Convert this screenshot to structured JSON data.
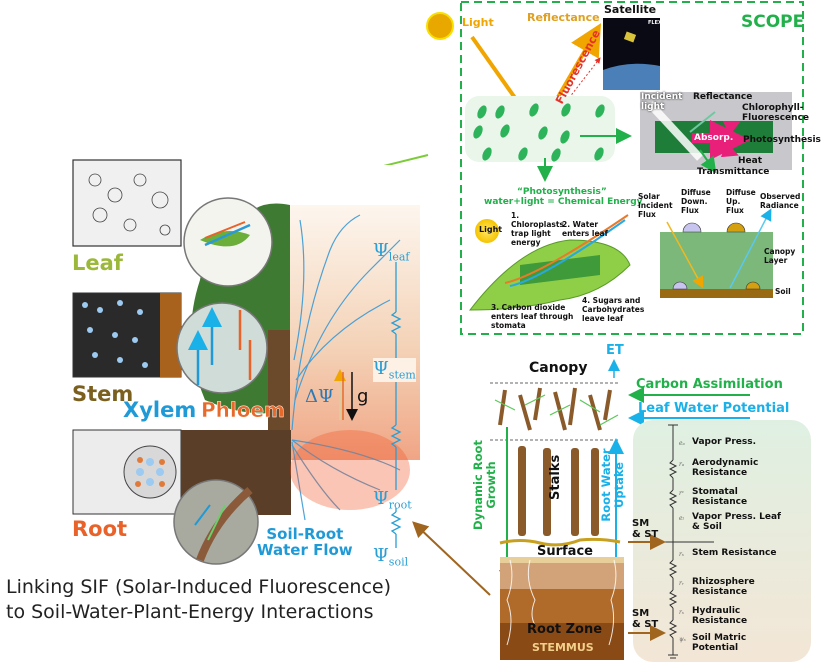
{
  "scope": {
    "title": "SCOPE",
    "light": "Light",
    "reflectance": "Reflectance",
    "satellite": "Satellite",
    "satellite_tag": "FLEX",
    "fluorescence": "Fluorescence",
    "leaf_panel": {
      "incident_light": "Incident light",
      "reflectance": "Reflectance",
      "chlorophyll_fluorescence": "Chlorophyll-\nFluorescence",
      "absorp": "Absorp.",
      "photosynthesis": "Photosynthesis",
      "heat": "Heat",
      "transmittance": "Transmittance"
    },
    "photosynthesis": {
      "title": "“Photosynthesis”",
      "equation": "water+light = Chemical Energy",
      "light": "Light",
      "step1": "1. Chloroplasts trap light energy",
      "step2": "2. Water enters leaf",
      "step3": "3. Carbon dioxide enters leaf through stomata",
      "step4": "4. Sugars and Carbohydrates leave leaf"
    },
    "canopy_rt": {
      "solar_incident_flux": "Solar Incident Flux",
      "diffuse_down_flux": "Diffuse Down. Flux",
      "diffuse_up_flux": "Diffuse Up. Flux",
      "observed_radiance": "Observed Radiance",
      "canopy_layer": "Canopy Layer",
      "soil": "Soil"
    }
  },
  "tree": {
    "leaf": "Leaf",
    "stem": "Stem",
    "xylem": "Xylem",
    "phloem": "Phloem",
    "root": "Root",
    "soil_root_flow": "Soil-Root\nWater Flow",
    "delta_psi": "ΔΨ",
    "gravity": "g",
    "psi": "Ψ",
    "psi_leaf_sub": "leaf",
    "psi_stem_sub": "stem",
    "psi_root_sub": "root",
    "psi_soil_sub": "soil"
  },
  "caption": {
    "line1": "Linking SIF (Solar-Induced Fluorescence)",
    "line2": "to Soil-Water-Plant-Energy Interactions"
  },
  "stemmus": {
    "canopy": "Canopy",
    "et": "ET",
    "carbon_assimilation": "Carbon Assimilation",
    "leaf_water_potential": "Leaf Water Potential",
    "stalks": "Stalks",
    "dynamic_root_growth": "Dynamic Root Growth",
    "root_water_uptake": "Root Water Uptake",
    "surface": "Surface",
    "root_zone": "Root Zone",
    "model": "STEMMUS",
    "sm_st_1": "SM\n& ST",
    "sm_st_2": "SM\n& ST",
    "resistances": [
      {
        "symbol": "eₐ",
        "label": "Vapor Press."
      },
      {
        "symbol": "rₐ",
        "label": "Aerodynamic Resistance"
      },
      {
        "symbol": "rᶜ",
        "label": "Stomatal Resistance"
      },
      {
        "symbol": "eₗ",
        "label": "Vapor Press. Leaf & Soil"
      },
      {
        "symbol": "rₛ",
        "label": "Stem Resistance"
      },
      {
        "symbol": "rᵣ",
        "label": "Rhizosphere Resistance"
      },
      {
        "symbol": "rₛ",
        "label": "Hydraulic Resistance"
      },
      {
        "symbol": "ψₛ",
        "label": "Soil Matric Potential"
      }
    ]
  },
  "colors": {
    "scope_green": "#22b04a",
    "light_orange": "#f0a500",
    "fluor_red": "#e8302a",
    "psi_blue": "#2a9fd6",
    "leaf_label": "#9cb83a",
    "stem_label": "#7a5f1e",
    "xylem_blue": "#1f9ad6",
    "phloem_orange": "#e86a2a",
    "root_orange": "#e8622a",
    "et_cyan": "#1ab0e8",
    "soil_brown": "#9a5a1a"
  }
}
